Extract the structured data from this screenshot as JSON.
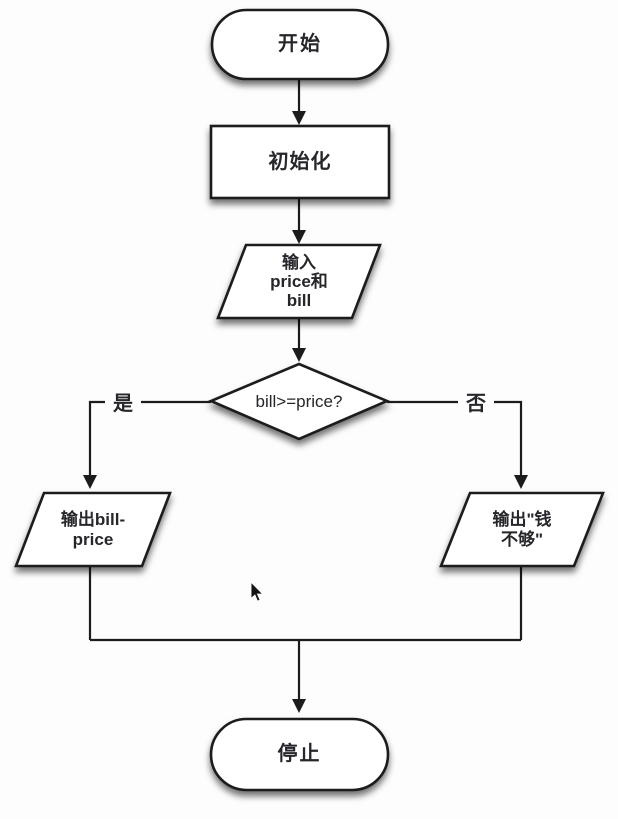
{
  "diagram": {
    "type": "flowchart",
    "colors": {
      "background": "#fdfdfd",
      "shape_fill": "#ffffff",
      "stroke": "#1c1c1e",
      "text": "#26262b"
    },
    "nodes": {
      "start": {
        "shape": "terminator",
        "label": "开始"
      },
      "init": {
        "shape": "process",
        "label": "初始化"
      },
      "input": {
        "shape": "io",
        "label": "输入\nprice和\nbill"
      },
      "decision": {
        "shape": "decision",
        "label": "bill>=price?"
      },
      "output_change": {
        "shape": "io",
        "label": "输出bill-\nprice"
      },
      "output_short": {
        "shape": "io",
        "label": "输出\"钱\n不够\""
      },
      "stop": {
        "shape": "terminator",
        "label": "停止"
      }
    },
    "branch_labels": {
      "yes": "是",
      "no": "否"
    },
    "cursor": {
      "kind": "arrow-pointer"
    }
  }
}
